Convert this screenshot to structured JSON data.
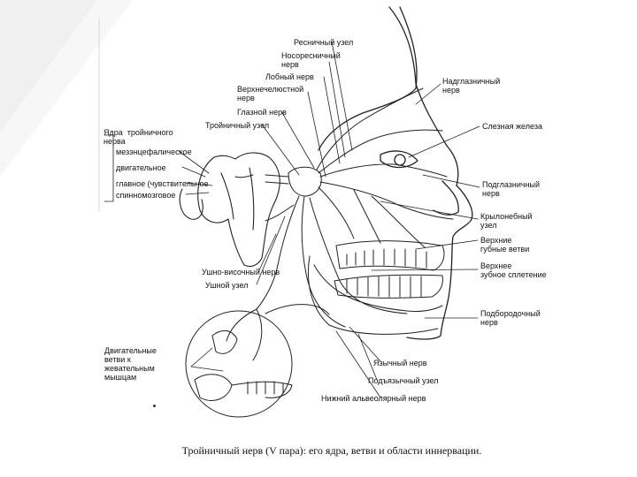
{
  "diagram": {
    "labels": {
      "ciliary_ganglion": "Ресничный узел",
      "nasociliary_nerve": "Носоресничный\nнерв",
      "frontal_nerve": "Лобный нерв",
      "maxillary_nerve": "Верхнечелюстной\nнерв",
      "ophthalmic_nerve": "Глазной нерв",
      "trigeminal_ganglion": "Тройничный узел",
      "trigeminal_nuclei": "Ядра  тройничного\nнерва",
      "mesencephalic": "мезэнцефалическое",
      "motor": "двигательное",
      "principal_sensory": "главное (чувствительное",
      "spinal": "спинномозговое",
      "supraorbital_nerve": "Надглазничный\nнерв",
      "lacrimal_gland": "Слезная железа",
      "infraorbital_nerve": "Подглазничный\nнерв",
      "pterygopalatine_ganglion": "Крылонебный\nузел",
      "upper_labial_branches": "Верхние\nгубные ветви",
      "upper_dental_plexus": "Верхнее\nзубное сплетение",
      "mental_nerve": "Подбородочный\nнерв",
      "auriculotemporal_nerve": "Ушно-височный нерв",
      "otic_ganglion": "Ушной узел",
      "motor_branches": "Двигательные\nветви к\nжевательным\nмышцам",
      "lingual_nerve": "Язычный нерв",
      "submandibular_ganglion": "Подъязычный узел",
      "inferior_alveolar_nerve": "Нижний альвеолярный нерв"
    },
    "caption": "Тройничный нерв (V пара): его ядра, ветви и области иннервации."
  }
}
